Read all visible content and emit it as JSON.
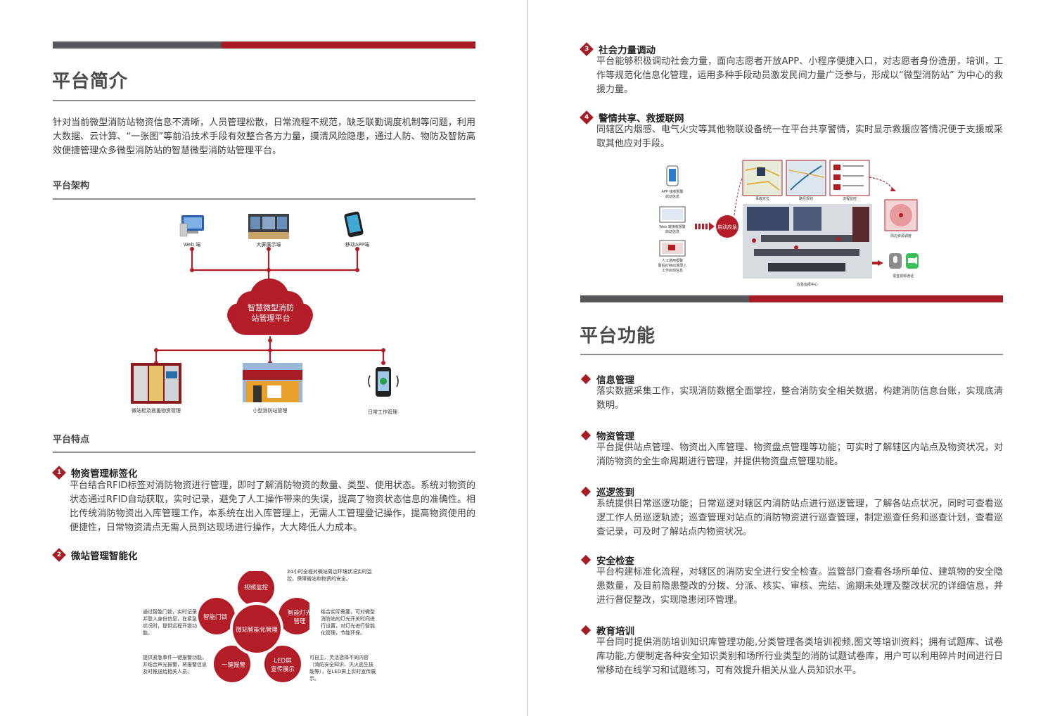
{
  "left": {
    "intro_title": "平台简介",
    "intro_text": "针对当前微型消防站物资信息不清晰，人员管理松散，日常流程不规范，缺乏联勤调度机制等问题，利用大数据、云计算、“一张图”等前沿技术手段有效整合各方力量，摸清风险隐患，通过人防、物防及智防高效便捷管理众多微型消防站的智慧微型消防站管理平台。",
    "arch_title": "平台架构",
    "arch": {
      "web": "Web 端",
      "screen": "大屏展示端",
      "app": "移动APP端",
      "cloud_line1": "智慧微型消防",
      "cloud_line2": "站管理平台",
      "cabinet": "微站柜及救援物资管理",
      "station": "小型消防站管理",
      "daily": "日常工作管理"
    },
    "features_title": "平台特点",
    "features": [
      {
        "num": "1",
        "title": "物资管理标签化",
        "text": "平台结合RFID标签对消防物资进行管理，即时了解消防物资的数量、类型、使用状态。系统对物资的状态通过RFID自动获取，实时记录，避免了人工操作带来的失误，提高了物资状态信息的准确性。相比传统消防物资出入库管理工作，本系统在出入库管理上，无需人工管理登记操作，提高物资使用的便捷性，日常物资清点无需人员到达现场进行操作，大大降低人力成本。"
      },
      {
        "num": "2",
        "title": "微站管理智能化",
        "text": ""
      }
    ],
    "flower": {
      "center": "微站智能化管理",
      "top": "视频监控",
      "right_line1": "智能灯光",
      "right_line2": "管理",
      "left": "智能门锁",
      "bottom_left": "一键报警",
      "bottom_right_line1": "LED屏",
      "bottom_right_line2": "宣传展示",
      "note_top": "24小时全程对微站周边环境状况实时监控，保障微站和物资的安全。",
      "note_left": "通过智能门锁，实时记录并登入身份信息，在紧急状况时，提供远程开锁功能。",
      "note_right": "结合实际需要，可对微型消防站的灯光开关时间进行设置，对灯光进行智能化管理，节能环保。",
      "note_bottom_left": "提供紧急事件一键报警功能，并结合声光报警，将报警信息及时推送给相关人员。",
      "note_bottom_right": "可自主、灵活选择不同内容（消防安全知识、灭火逃生技能等），在LED屏上实时宣传展示。"
    }
  },
  "right": {
    "items": [
      {
        "num": "3",
        "title": "社会力量调动",
        "text": "平台能够积极调动社会力量，面向志愿者开放APP、小程序便捷入口，对志愿者身份造册，培训，工作等规范化信息化管理，运用多种手段动员激发民间力量广泛参与，形成以“微型消防站” 为中心的救援力量。"
      },
      {
        "num": "4",
        "title": "警情共享、救援联网",
        "text": "同辖区内烟感、电气火灾等其他物联设备统一在平台共享警情，实时显示救援应答情况便于支援或采取其他应对手段。"
      }
    ],
    "dispatch": {
      "app_label1": "APP 接收报警",
      "app_label2": "启动信息",
      "web_label1": "Web 端接收报警",
      "web_label2": "启动信息",
      "manual_label1": "人工通用报警",
      "manual_label2": "警后在Web端录入",
      "manual_label3": "工作启动信息",
      "start": "启动应急",
      "map1": "事故定位",
      "map2": "路径规划",
      "map3": "流程监控",
      "circle": "周边资源调度",
      "voice": "语音视频通话",
      "center": "应急指挥中心"
    },
    "func_title": "平台功能",
    "functions": [
      {
        "title": "信息管理",
        "text": "落实数据采集工作，实现消防数据全面掌控，整合消防安全相关数据，构建消防信息台账，实现底清数明。"
      },
      {
        "title": "物资管理",
        "text": "平台提供站点管理、物资出入库管理、物资盘点管理等功能；可实时了解辖区内站点及物资状况，对消防物资的全生命周期进行管理，并提供物资盘点管理功能。"
      },
      {
        "title": "巡逻签到",
        "text": "系统提供日常巡逻功能；日常巡逻对辖区内消防站点进行巡逻管理，了解各站点状况，同时可查看巡逻工作人员巡逻轨迹；巡查管理对站点的消防物资进行巡查管理，制定巡查任务和巡查计划，查看巡查记录，可及时了解站点内物资状况。"
      },
      {
        "title": "安全检查",
        "text": "平台构建标准化流程，对辖区的消防安全进行安全检查。监管部门查看各场所单位、建筑物的安全隐患数量，及目前隐患整改的分拨、分派、核实、审核、完结、逾期未处理及整改状况的详细信息，并进行督促整改，实现隐患闭环管理。"
      },
      {
        "title": "教育培训",
        "text": "平台同时提供消防培训知识库管理功能,分类管理各类培训视频,图文等培训资料；拥有试题库、试卷库功能,方便制定各种安全知识类别和场所行业类型的消防试题试卷库，用户可以利用碎片时间进行日常移动在线学习和试题练习，可有效提升相关从业人员知识水平。"
      }
    ]
  },
  "colors": {
    "accent": "#a61c24",
    "gray_bar": "#55575a",
    "heading": "#4a4a4a"
  }
}
